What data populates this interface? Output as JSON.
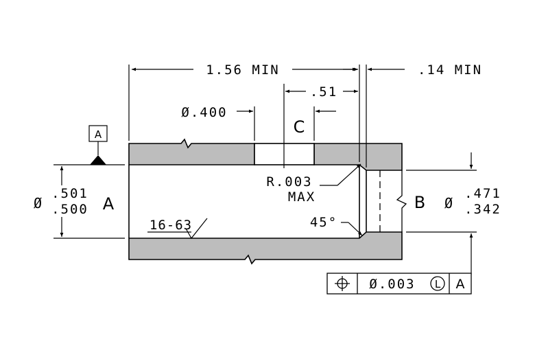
{
  "drawing": {
    "datum_a_label": "A",
    "dim_overall_length": "1.56 MIN",
    "dim_hole_offset": ".51",
    "dim_counterbore": ".14 MIN",
    "dim_hole_dia": "Ø.400",
    "section_label": "C",
    "bore_dia_prefix": "Ø",
    "bore_dia_upper": ".501",
    "bore_dia_lower": ".500",
    "bore_dia_datum": "A",
    "radius_line1": "R.003",
    "radius_line2": "MAX",
    "surface_finish": "16-63",
    "chamfer_angle": "45°",
    "step_label": "B",
    "step_dia_prefix": "Ø",
    "step_dia_upper": ".471",
    "step_dia_lower": ".342",
    "fcf": {
      "tolerance": "Ø.003",
      "modifier": "L",
      "datum": "A"
    },
    "colors": {
      "section_fill": "#bdbdbd",
      "line": "#000000",
      "background": "#ffffff"
    }
  }
}
